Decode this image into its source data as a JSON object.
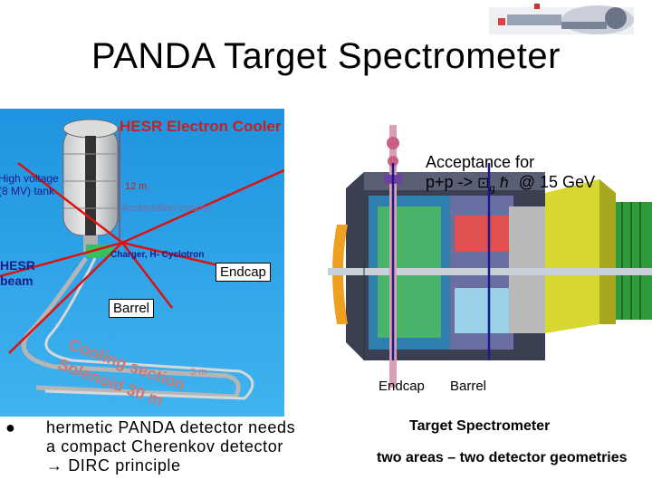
{
  "slide": {
    "title": "PANDA Target Spectrometer"
  },
  "cooler_image": {
    "heading": "HESR Electron Cooler",
    "high_voltage_line1": "High voltage",
    "high_voltage_line2": "(8 MV) tank",
    "height_label": "12 m",
    "acceleration_label": "Acceleration column",
    "charger_label": "Charger, H- Cyclotron",
    "hesr_line1": "HESR",
    "hesr_line2": "beam",
    "cooling_line1": "Cooling section",
    "cooling_line2": "Solenoid 30 m",
    "small_length": "3 m"
  },
  "labels": {
    "endcap_box": "Endcap",
    "barrel_box": "Barrel",
    "acceptance_line1": "Acceptance for",
    "acceptance_line2_prefix": "p+p ->",
    "acceptance_symbol_a": "⊡",
    "acceptance_sub": "g",
    "acceptance_symbol_b": "ℏ",
    "acceptance_line2_suffix": "@ 15 GeV",
    "endcap_caption": "Endcap",
    "barrel_caption": "Barrel"
  },
  "bullets": [
    {
      "line1": "hermetic PANDA detector needs",
      "line2": "a compact Cherenkov detector",
      "line3": "→ DIRC principle"
    }
  ],
  "right_text": {
    "title": "Target Spectrometer",
    "subtitle": "two areas – two detector geometries"
  },
  "colors": {
    "cooler_bg": "#2aa4e6",
    "red_line": "#dd1111",
    "navy_line": "#1a1a8a",
    "cooler_label": "#c82020"
  }
}
